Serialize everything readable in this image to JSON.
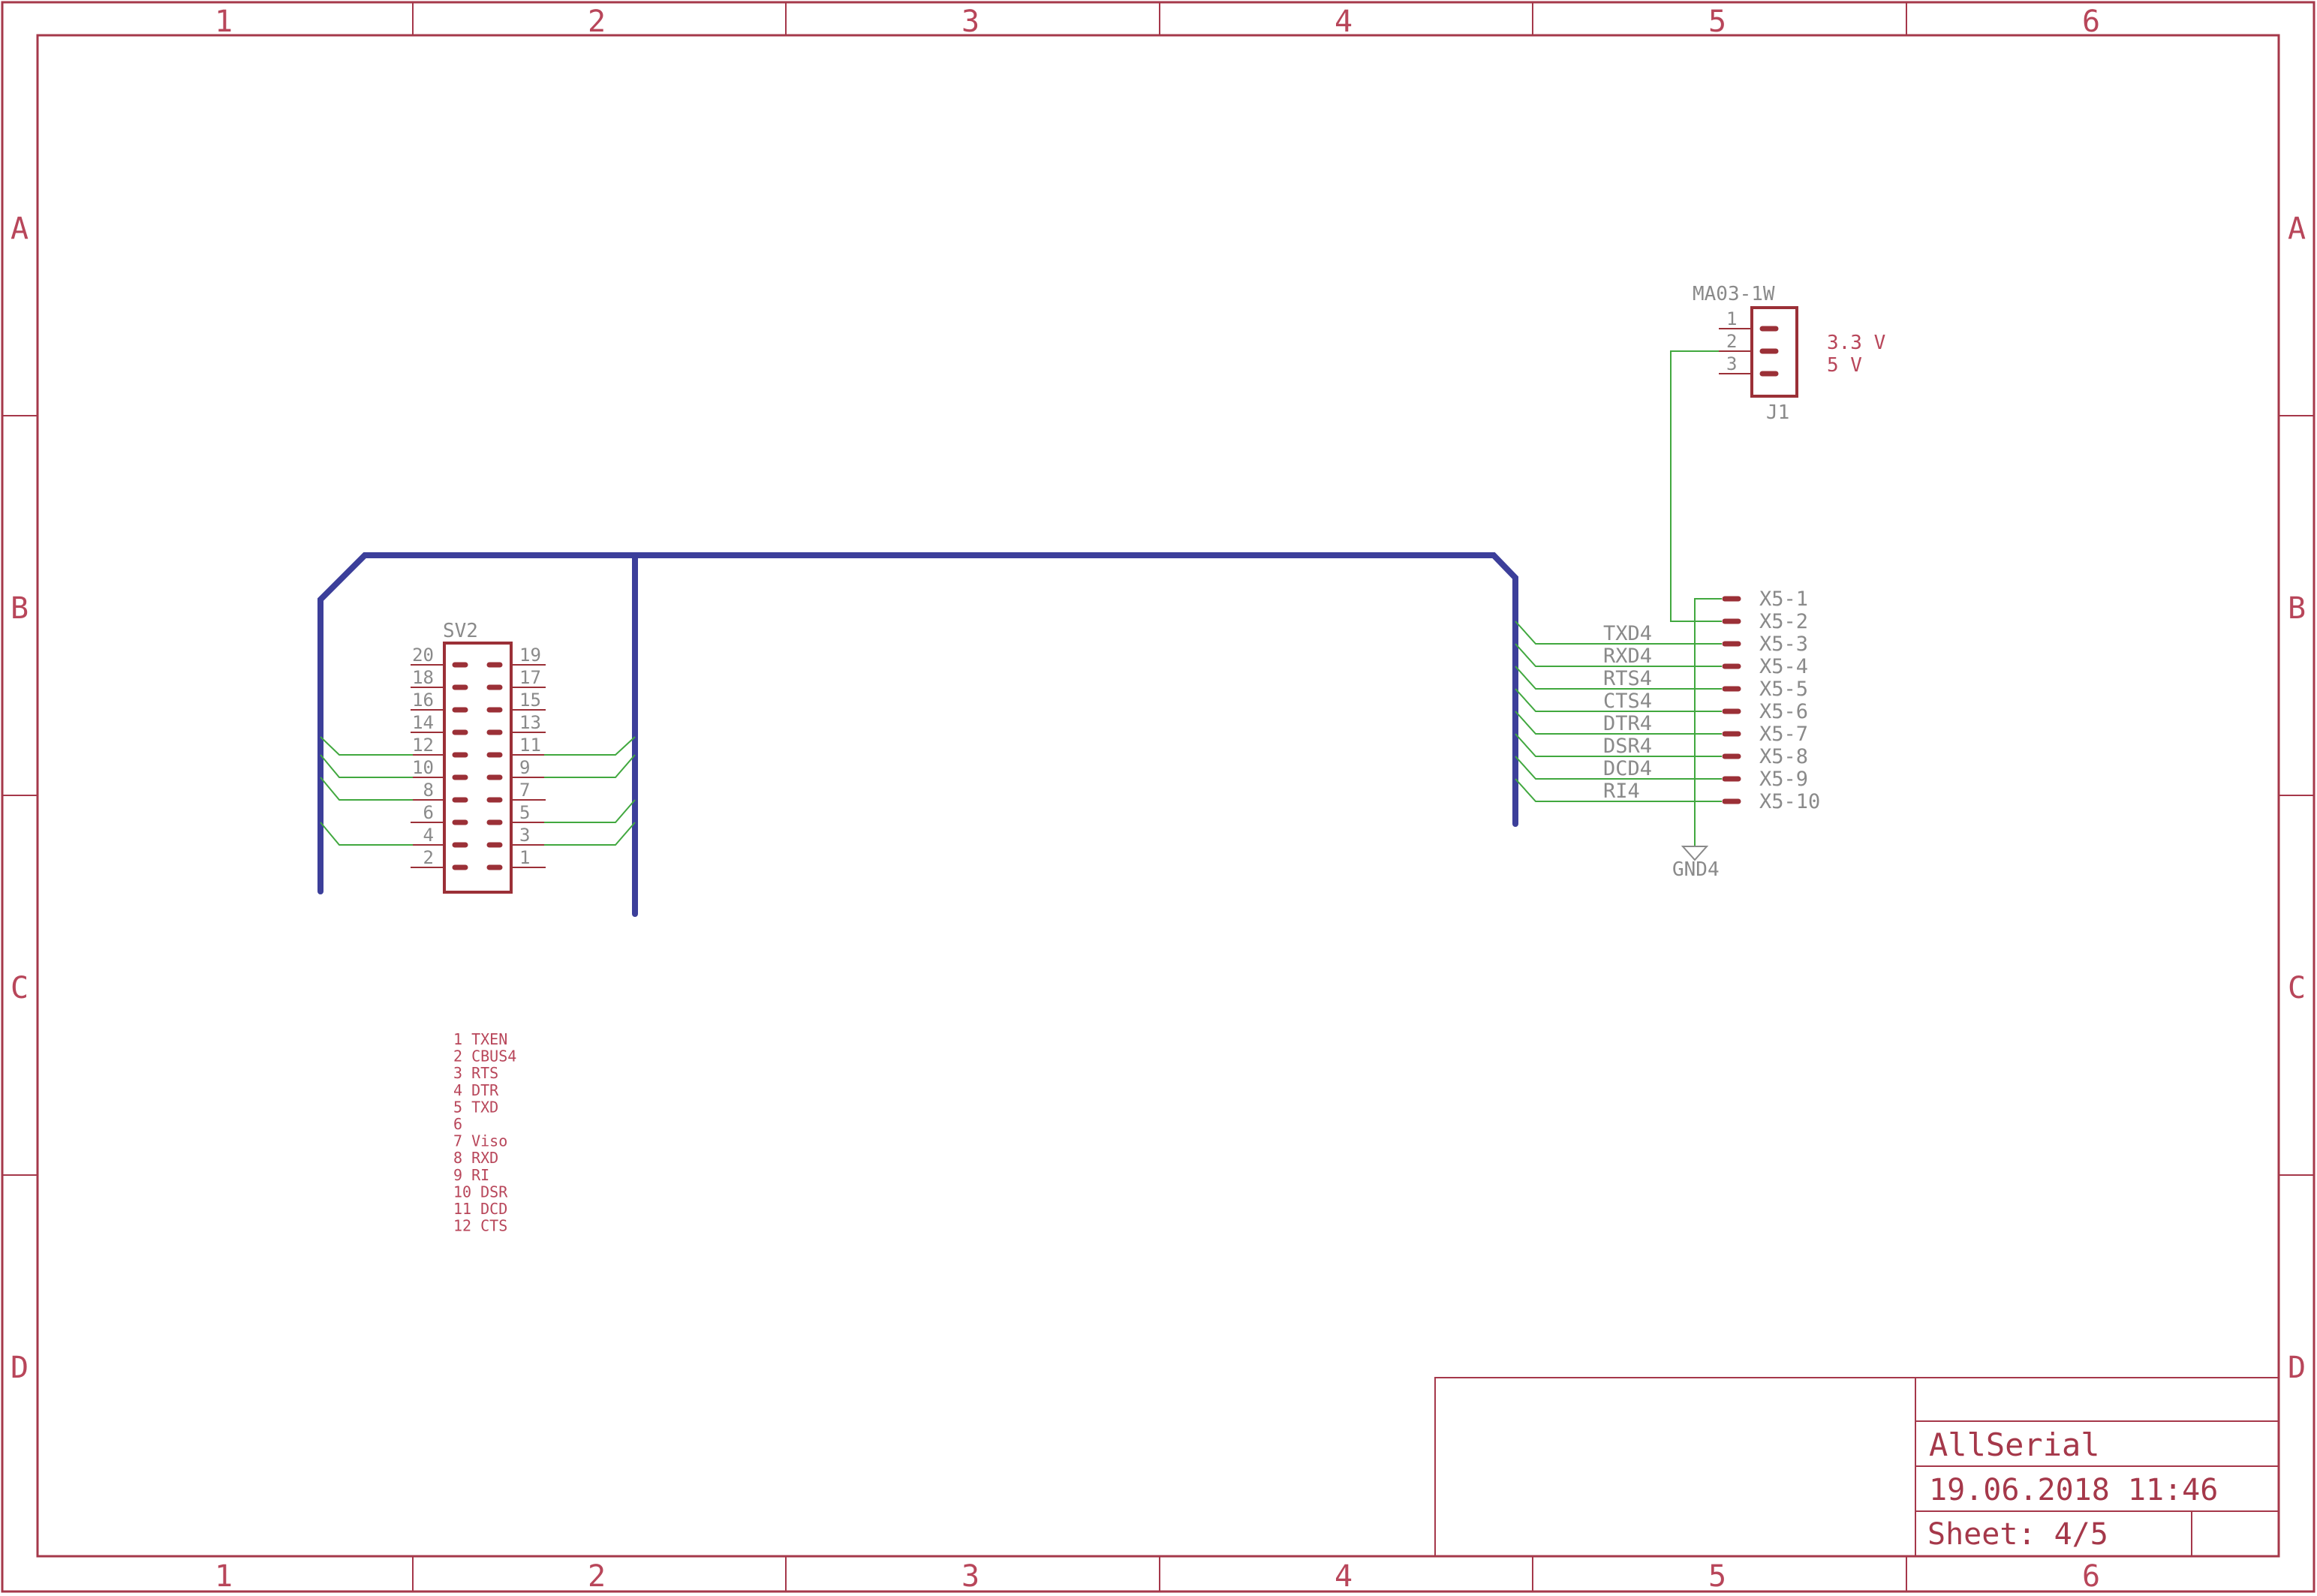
{
  "frame": {
    "columns": [
      "1",
      "2",
      "3",
      "4",
      "5",
      "6"
    ],
    "rows": [
      "A",
      "B",
      "C",
      "D"
    ]
  },
  "title_block": {
    "name": "AllSerial",
    "date": "19.06.2018 11:46",
    "sheet": "Sheet: 4/5"
  },
  "jumper": {
    "name": "MA03-1W",
    "ref": "J1",
    "pins": [
      "1",
      "2",
      "3"
    ],
    "opt1": "3.3 V",
    "opt2": "5 V"
  },
  "header": {
    "ref": "SV2",
    "left_pins": [
      "20",
      "18",
      "16",
      "14",
      "12",
      "10",
      "8",
      "6",
      "4",
      "2"
    ],
    "right_pins": [
      "19",
      "17",
      "15",
      "13",
      "11",
      "9",
      "7",
      "5",
      "3",
      "1"
    ]
  },
  "connector": {
    "pins": [
      "X5-1",
      "X5-2",
      "X5-3",
      "X5-4",
      "X5-5",
      "X5-6",
      "X5-7",
      "X5-8",
      "X5-9",
      "X5-10"
    ],
    "nets": [
      "TXD4",
      "RXD4",
      "RTS4",
      "CTS4",
      "DTR4",
      "DSR4",
      "DCD4",
      "RI4"
    ],
    "gnd": "GND4"
  },
  "pinout_notes": [
    "1 TXEN",
    "2 CBUS4",
    "3 RTS",
    "4 DTR",
    "5 TXD",
    "6",
    "7 Viso",
    "8 RXD",
    "9 RI",
    "10 DSR",
    "11 DCD",
    "12 CTS"
  ]
}
